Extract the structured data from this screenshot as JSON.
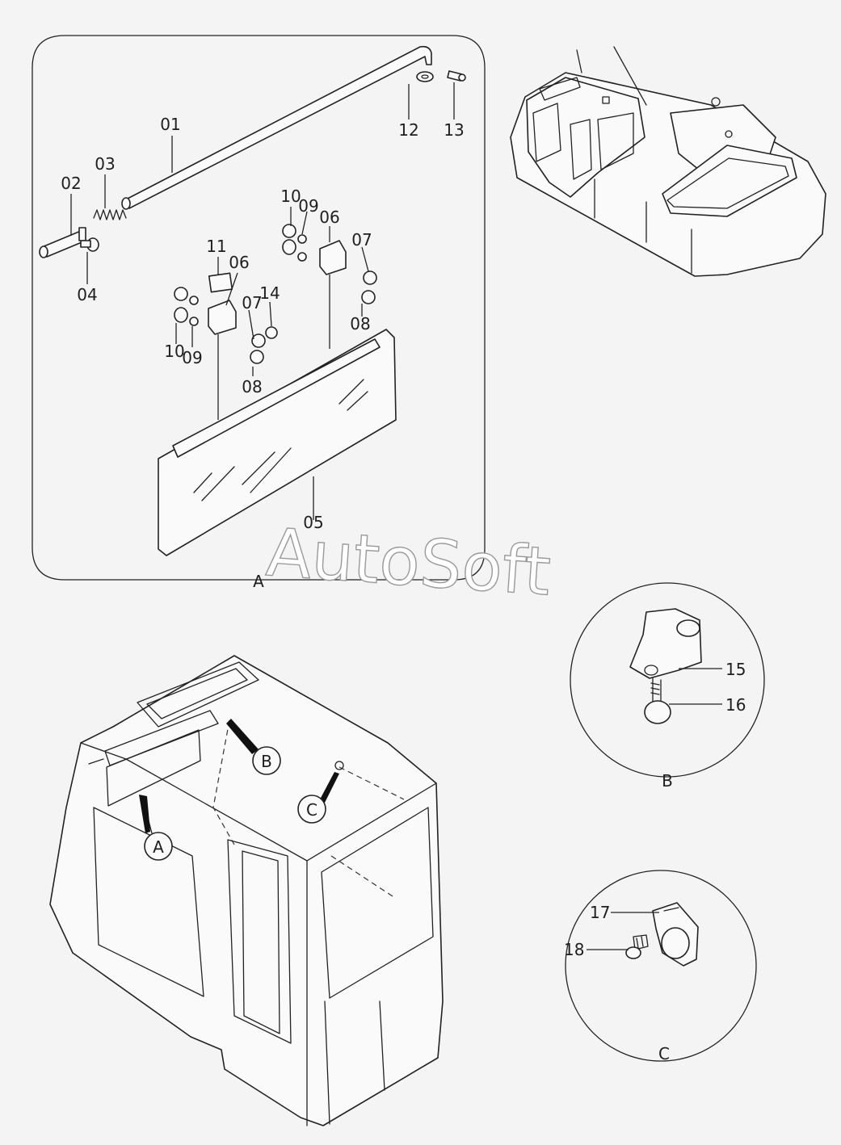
{
  "watermark": "AutoSoft",
  "callouts": {
    "p01": "01",
    "p02": "02",
    "p03": "03",
    "p04": "04",
    "p05": "05",
    "p06a": "06",
    "p06b": "06",
    "p07a": "07",
    "p07b": "07",
    "p08a": "08",
    "p08b": "08",
    "p09a": "09",
    "p09b": "09",
    "p10a": "10",
    "p10b": "10",
    "p11": "11",
    "p12": "12",
    "p13": "13",
    "p14": "14",
    "p15": "15",
    "p16": "16",
    "p17": "17",
    "p18": "18"
  },
  "views": {
    "a_label": "A",
    "b_label": "B",
    "c_label": "C",
    "marker_a": "A",
    "marker_b": "B",
    "marker_c": "C"
  }
}
